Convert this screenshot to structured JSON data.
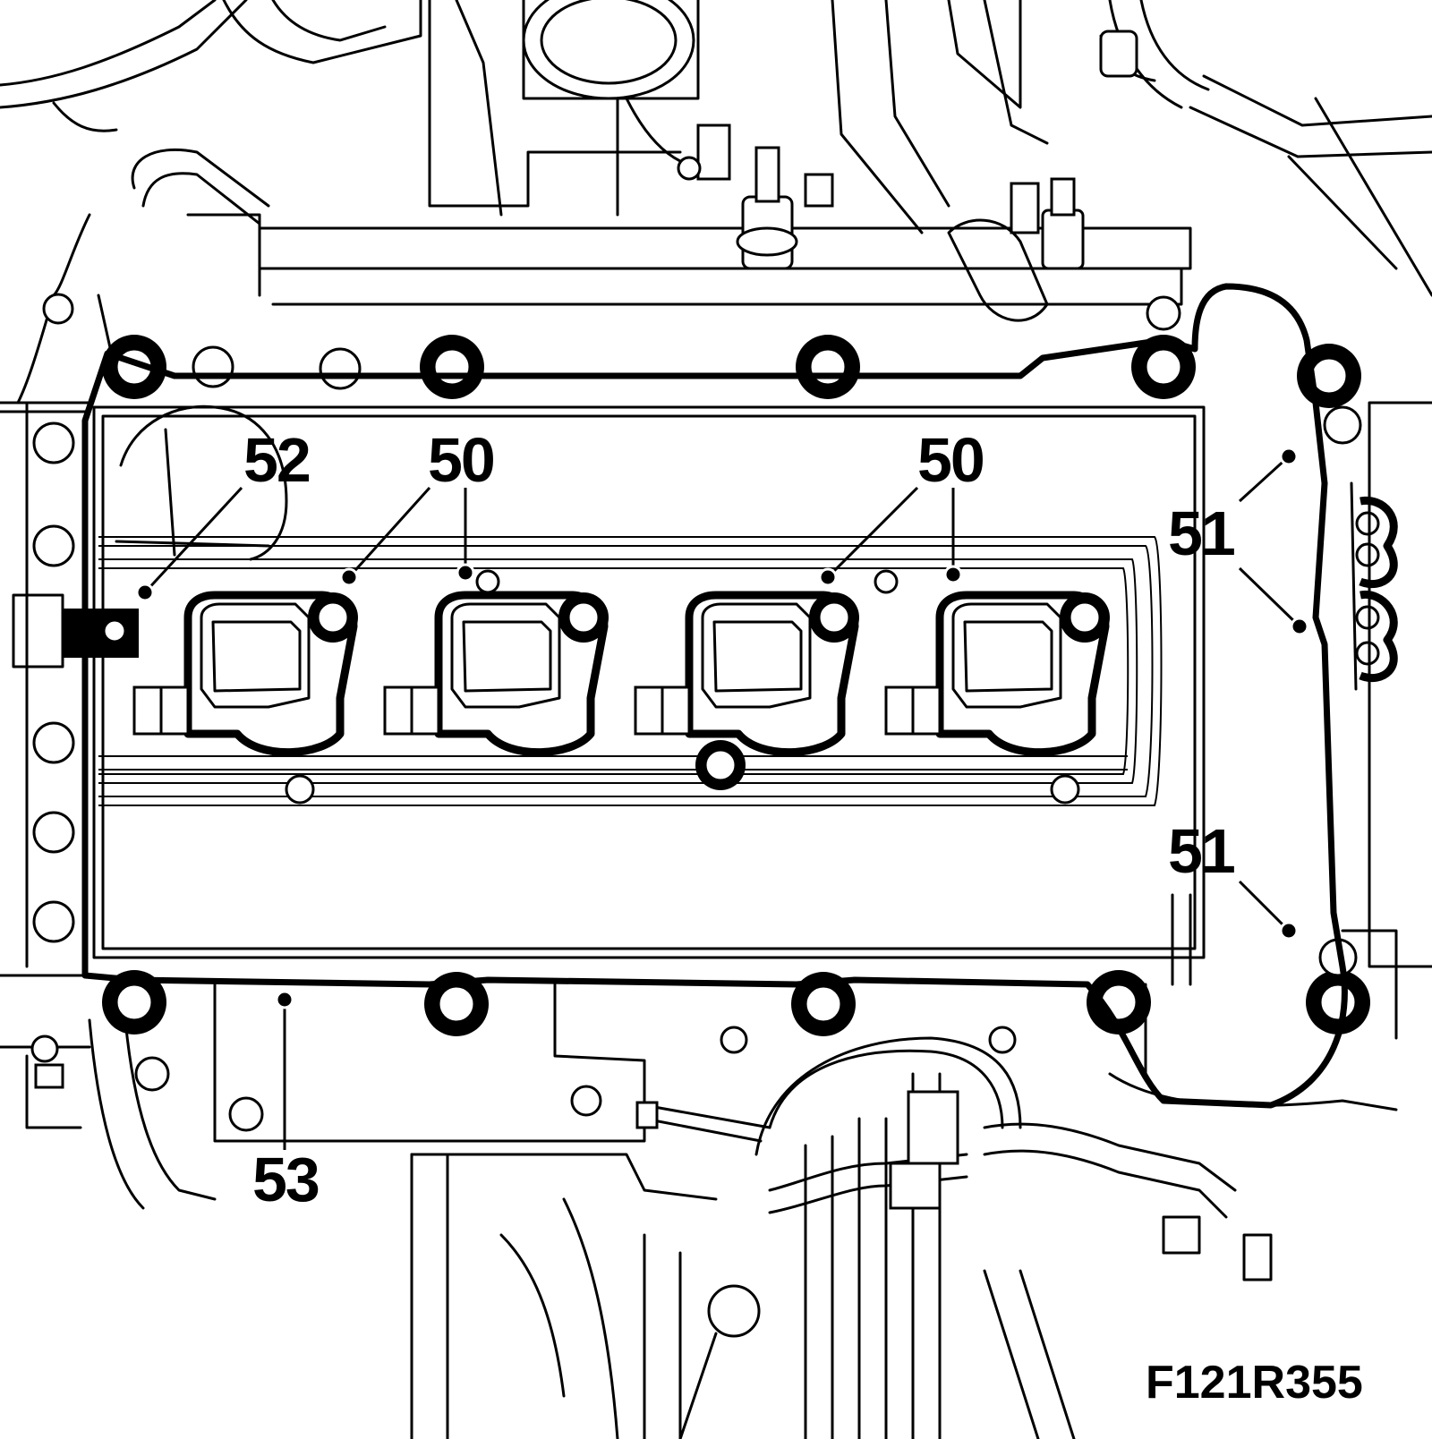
{
  "figure_id": "F121R355",
  "callouts": {
    "c52": "52",
    "c50a": "50",
    "c50b": "50",
    "c51a": "51",
    "c51b": "51",
    "c53": "53"
  }
}
